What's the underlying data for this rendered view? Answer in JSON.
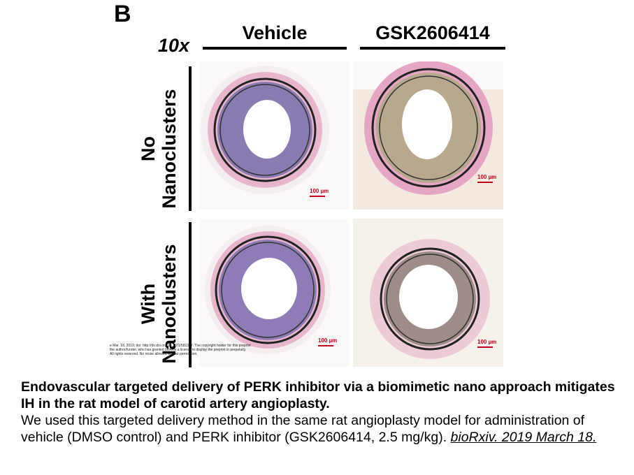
{
  "figure": {
    "panel_letter": "B",
    "magnification": "10x",
    "columns": [
      "Vehicle",
      "GSK2606414"
    ],
    "rows": [
      {
        "line1": "No",
        "line2": "Nanoclusters"
      },
      {
        "line1": "With",
        "line2": "Nanoclusters"
      }
    ],
    "scale_bar_label": "100 µm",
    "watermark": [
      "e Mar. 18, 2019; doi: http://dx.doi.org/10.1101/581397. The copyright holder for this preprint",
      "the author/funder, who has granted bioRxiv a license to display the preprint in perpetuity.",
      "All rights reserved. No reuse allowed without permission."
    ]
  },
  "caption": {
    "title": "Endovascular targeted delivery of PERK inhibitor via a biomimetic nano approach mitigates IH in the rat model of carotid artery angioplasty.",
    "body": "We used this targeted delivery method in the same rat angioplasty model for administration of vehicle (DMSO control) and PERK inhibitor (GSK2606414, 2.5 mg/kg).",
    "citation": "bioRxiv. 2019 March 18."
  },
  "colors": {
    "adventitia_pink": "#e7a8c6",
    "vehicle_media": "#8a7bb0",
    "gsk_media": "#b7a88e",
    "scale_red": "#c0001a"
  }
}
